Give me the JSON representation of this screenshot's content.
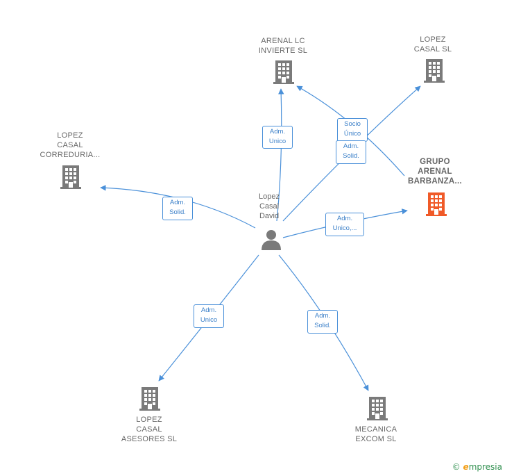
{
  "person": {
    "lines": [
      "Lopez",
      "Casal",
      "David"
    ]
  },
  "companies": [
    {
      "id": "arenal",
      "lines": [
        "ARENAL LC",
        "INVIERTE  SL"
      ],
      "color": "#7a7a7a"
    },
    {
      "id": "lopez-casal-sl",
      "lines": [
        "LOPEZ",
        "CASAL SL"
      ],
      "color": "#7a7a7a"
    },
    {
      "id": "correduria",
      "lines": [
        "LOPEZ",
        "CASAL",
        "CORREDURIA..."
      ],
      "color": "#7a7a7a"
    },
    {
      "id": "grupo",
      "lines": [
        "GRUPO",
        "ARENAL",
        "BARBANZA..."
      ],
      "color": "#f05a28"
    },
    {
      "id": "asesores",
      "lines": [
        "LOPEZ",
        "CASAL",
        "ASESORES SL"
      ],
      "color": "#7a7a7a"
    },
    {
      "id": "mecanica",
      "lines": [
        "MECANICA",
        "EXCOM SL"
      ],
      "color": "#7a7a7a"
    }
  ],
  "edges": [
    {
      "id": "e-arenal",
      "lines": [
        "Adm.",
        "Unico"
      ]
    },
    {
      "id": "e-socio",
      "lines": [
        "Socio",
        "Único"
      ]
    },
    {
      "id": "e-solid-top",
      "lines": [
        "Adm.",
        "Solid."
      ]
    },
    {
      "id": "e-correduria",
      "lines": [
        "Adm.",
        "Solid."
      ]
    },
    {
      "id": "e-grupo",
      "lines": [
        "Adm.",
        "Unico,..."
      ]
    },
    {
      "id": "e-asesores",
      "lines": [
        "Adm.",
        "Unico"
      ]
    },
    {
      "id": "e-mecanica",
      "lines": [
        "Adm.",
        "Solid."
      ]
    }
  ],
  "colors": {
    "edge": "#4a90d9",
    "building": "#7a7a7a",
    "main_building": "#f05a28"
  },
  "footer": {
    "copyright": "©",
    "brand_first": "e",
    "brand_rest": "mpresia"
  }
}
